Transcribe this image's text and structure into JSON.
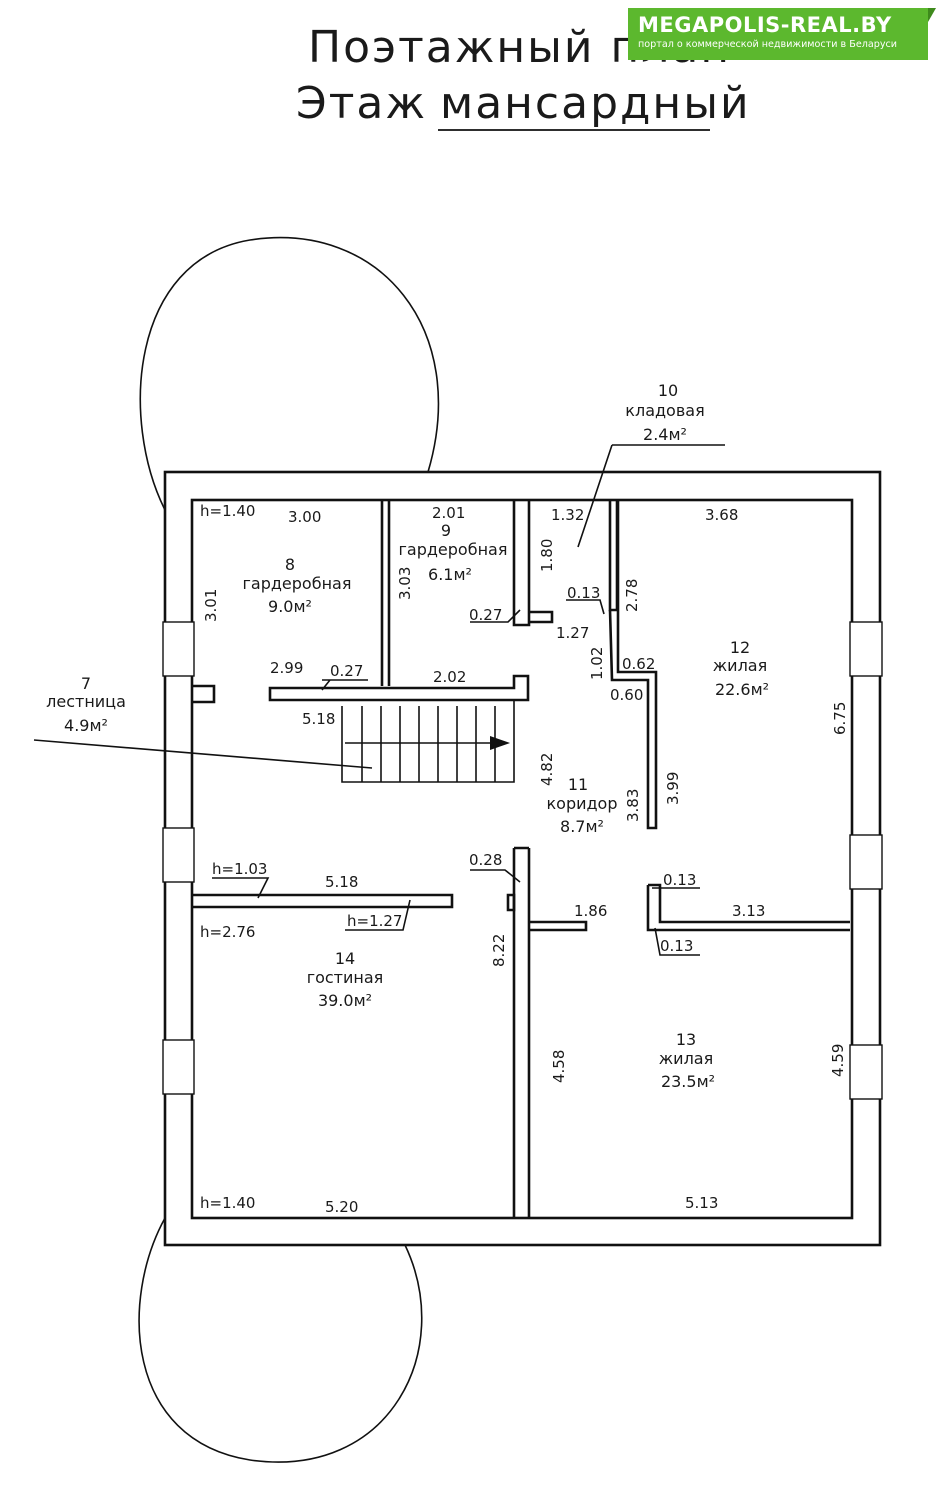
{
  "header": {
    "title_line1": "Поэтажный план",
    "title_line2_prefix": "Этаж",
    "title_line2_value": "мансардный"
  },
  "brand": {
    "name": "MEGAPOLIS-REAL.BY",
    "tagline": "портал о коммерческой недвижимости в Беларуси",
    "color": "#5cb82e"
  },
  "rooms": {
    "r7": {
      "number": "7",
      "name": "лестница",
      "area": "4.9м²"
    },
    "r8": {
      "number": "8",
      "name": "гардеробная",
      "area": "9.0м²"
    },
    "r9": {
      "number": "9",
      "name": "гардеробная",
      "area": "6.1м²"
    },
    "r10": {
      "number": "10",
      "name": "кладовая",
      "area": "2.4м²"
    },
    "r11": {
      "number": "11",
      "name": "коридор",
      "area": "8.7м²"
    },
    "r12": {
      "number": "12",
      "name": "жилая",
      "area": "22.6м²"
    },
    "r13": {
      "number": "13",
      "name": "жилая",
      "area": "23.5м²"
    },
    "r14": {
      "number": "14",
      "name": "гостиная",
      "area": "39.0м²"
    }
  },
  "dims": {
    "d_h140_top": "h=1.40",
    "d_300": "3.00",
    "d_201": "2.01",
    "d_132": "1.32",
    "d_368": "3.68",
    "d_301": "3.01",
    "d_303": "3.03",
    "d_180": "1.80",
    "d_013a": "0.13",
    "d_278": "2.78",
    "d_027a": "0.27",
    "d_127": "1.27",
    "d_102": "1.02",
    "d_062": "0.62",
    "d_060": "0.60",
    "d_299": "2.99",
    "d_027b": "0.27",
    "d_202": "2.02",
    "d_518a": "5.18",
    "d_675": "6.75",
    "d_482": "4.82",
    "d_399": "3.99",
    "d_383": "3.83",
    "d_h103": "h=1.03",
    "d_518b": "5.18",
    "d_028": "0.28",
    "d_013b": "0.13",
    "d_h127": "h=1.27",
    "d_186": "1.86",
    "d_313": "3.13",
    "d_h276": "h=2.76",
    "d_822": "8.22",
    "d_013c": "0.13",
    "d_458": "4.58",
    "d_459": "4.59",
    "d_h140_bot": "h=1.40",
    "d_520": "5.20",
    "d_513": "5.13"
  }
}
